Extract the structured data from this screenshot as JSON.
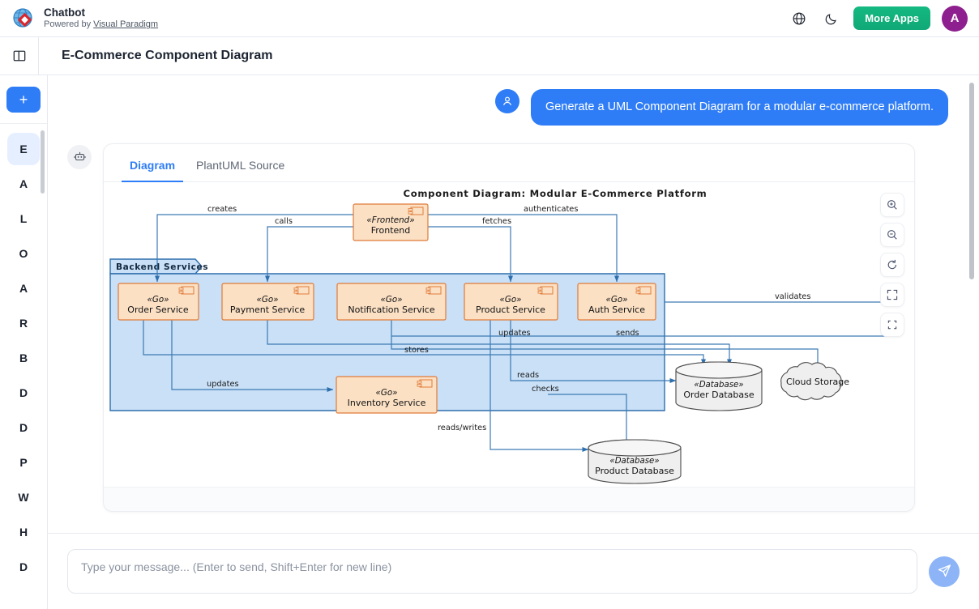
{
  "topbar": {
    "logo_icon": "globe-diamond-logo",
    "title": "Chatbot",
    "powered_prefix": "Powered by ",
    "powered_link": "Visual Paradigm",
    "language_icon": "globe-icon",
    "theme_icon": "moon-icon",
    "more_apps_label": "More Apps",
    "avatar_initial": "A",
    "avatar_color": "#8e1f8e",
    "more_apps_color": "#12b886"
  },
  "subheader": {
    "panel_toggle_icon": "panel-toggle-icon",
    "page_title": "E-Commerce Component Diagram"
  },
  "sidebar": {
    "new_chat_label": "+",
    "items": [
      {
        "label": "E",
        "active": true
      },
      {
        "label": "A",
        "active": false
      },
      {
        "label": "L",
        "active": false
      },
      {
        "label": "O",
        "active": false
      },
      {
        "label": "A",
        "active": false
      },
      {
        "label": "R",
        "active": false
      },
      {
        "label": "B",
        "active": false
      },
      {
        "label": "D",
        "active": false
      },
      {
        "label": "D",
        "active": false
      },
      {
        "label": "P",
        "active": false
      },
      {
        "label": "W",
        "active": false
      },
      {
        "label": "H",
        "active": false
      },
      {
        "label": "D",
        "active": false
      }
    ]
  },
  "chat": {
    "user_avatar_icon": "user-icon",
    "user_message": "Generate a UML Component Diagram for a modular e-commerce platform.",
    "bot_avatar_icon": "robot-icon"
  },
  "card": {
    "tabs": [
      {
        "label": "Diagram",
        "active": true
      },
      {
        "label": "PlantUML Source",
        "active": false
      }
    ],
    "tools": [
      {
        "name": "zoom-in-icon"
      },
      {
        "name": "zoom-out-icon"
      },
      {
        "name": "reset-rotate-icon"
      },
      {
        "name": "expand-icon"
      },
      {
        "name": "fullscreen-icon"
      }
    ]
  },
  "composer": {
    "placeholder": "Type your message... (Enter to send, Shift+Enter for new line)",
    "value": "",
    "send_icon": "send-icon"
  },
  "diagram": {
    "title": "Component Diagram: Modular E-Commerce Platform",
    "package": {
      "label": "Backend Services"
    },
    "components": [
      {
        "id": "frontend",
        "stereotype": "«Frontend»",
        "name": "Frontend"
      },
      {
        "id": "order",
        "stereotype": "«Go»",
        "name": "Order Service"
      },
      {
        "id": "payment",
        "stereotype": "«Go»",
        "name": "Payment Service"
      },
      {
        "id": "notification",
        "stereotype": "«Go»",
        "name": "Notification Service"
      },
      {
        "id": "product",
        "stereotype": "«Go»",
        "name": "Product Service"
      },
      {
        "id": "auth",
        "stereotype": "«Go»",
        "name": "Auth Service"
      },
      {
        "id": "inventory",
        "stereotype": "«Go»",
        "name": "Inventory Service"
      }
    ],
    "databases": [
      {
        "id": "orderdb",
        "stereotype": "«Database»",
        "name": "Order Database"
      },
      {
        "id": "productdb",
        "stereotype": "«Database»",
        "name": "Product Database"
      }
    ],
    "clouds": [
      {
        "id": "cloudstorage",
        "name": "Cloud Storage"
      }
    ],
    "edge_labels": [
      {
        "id": "creates",
        "text": "creates"
      },
      {
        "id": "calls",
        "text": "calls"
      },
      {
        "id": "authenticates",
        "text": "authenticates"
      },
      {
        "id": "fetches",
        "text": "fetches"
      },
      {
        "id": "validates",
        "text": "validates"
      },
      {
        "id": "stores",
        "text": "stores"
      },
      {
        "id": "updates-right",
        "text": "updates"
      },
      {
        "id": "sends",
        "text": "sends"
      },
      {
        "id": "reads",
        "text": "reads"
      },
      {
        "id": "checks",
        "text": "checks"
      },
      {
        "id": "updates-left",
        "text": "updates"
      },
      {
        "id": "reads-writes",
        "text": "reads/writes"
      }
    ],
    "colors": {
      "component_fill": "#fbe0c4",
      "component_stroke": "#e07b39",
      "package_fill": "#c9e0f7",
      "package_stroke": "#2f6fad",
      "edge": "#3d7ab3",
      "db_fill": "#efeff0",
      "db_stroke": "#4a4a4a"
    }
  }
}
